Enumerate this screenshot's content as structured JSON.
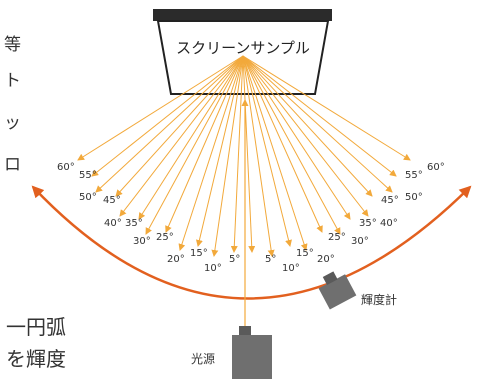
{
  "screen": {
    "label": "スクリーンサンプル"
  },
  "left_angles": [
    "60°",
    "55°",
    "50°",
    "45°",
    "40°",
    "35°",
    "30°",
    "25°",
    "20°",
    "15°",
    "10°",
    "5°"
  ],
  "right_angles": [
    "5°",
    "10°",
    "15°",
    "20°",
    "25°",
    "30°",
    "35°",
    "40°",
    "45°",
    "50°",
    "55°",
    "60°"
  ],
  "light_source": {
    "label": "光源"
  },
  "luminance_meter": {
    "label": "輝度計"
  },
  "side_text": {
    "right_column": [
      "等",
      "ト",
      "ッ",
      "ロ"
    ],
    "bottom_lines": [
      "一円弧",
      "を輝度"
    ]
  },
  "colors": {
    "rays": "#f2a93b",
    "arc": "#e2601f",
    "device": "#6f6f6f",
    "screen_bar": "#2b2b2b"
  }
}
